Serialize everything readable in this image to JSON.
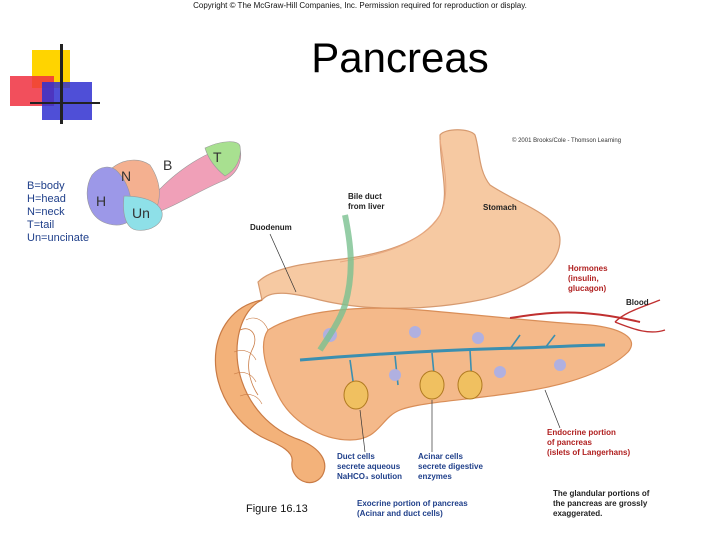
{
  "header": {
    "copyright": "Copyright © The McGraw-Hill Companies, Inc. Permission required for reproduction or display.",
    "title": "Pancreas"
  },
  "legend": [
    "B=body",
    "H=head",
    "N=neck",
    "T=tail",
    "Un=uncinate"
  ],
  "small_pancreas": {
    "regions": [
      "B",
      "T",
      "N",
      "H",
      "Un"
    ],
    "colors": {
      "body": "#f0a0b8",
      "tail": "#a8e090",
      "neck": "#f4b090",
      "head": "#9c98e8",
      "uncinate": "#8ee0e8"
    }
  },
  "main_diagram": {
    "credit": "© 2001 Brooks/Cole - Thomson Learning",
    "labels": {
      "bile_duct": [
        "Bile duct",
        "from liver"
      ],
      "stomach": "Stomach",
      "duodenum": "Duodenum",
      "hormones": [
        "Hormones",
        "(insulin,",
        "glucagon)"
      ],
      "blood": "Blood",
      "endocrine": [
        "Endocrine portion",
        "of pancreas",
        "(islets of Langerhans)"
      ],
      "duct_cells": [
        "Duct cells",
        "secrete aqueous",
        "NaHCO₃ solution"
      ],
      "acinar_cells": [
        "Acinar cells",
        "secrete digestive",
        "enzymes"
      ],
      "exocrine": [
        "Exocrine portion of pancreas",
        "(Acinar and duct cells)"
      ],
      "glandular_note": [
        "The glandular portions of",
        "the pancreas are grossly",
        "exaggerated."
      ]
    }
  },
  "figure_label": "Figure 16.13"
}
